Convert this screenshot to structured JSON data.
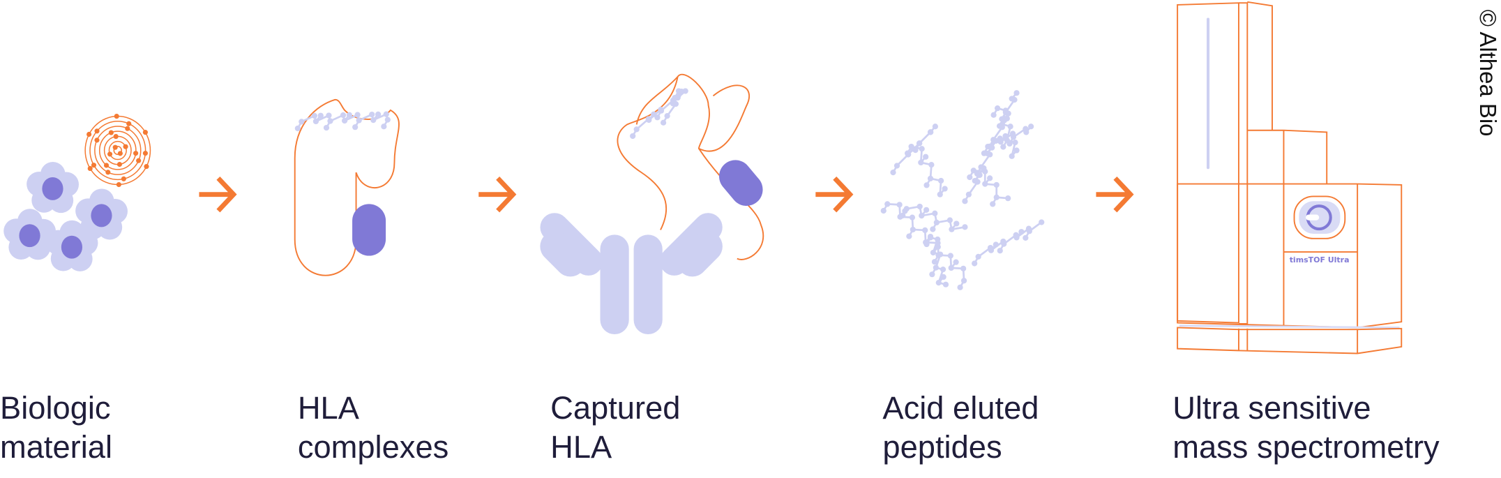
{
  "colors": {
    "accent": "#f47a33",
    "lavender": "#cdd0f2",
    "purple": "#8079d6",
    "text": "#1f1d3a"
  },
  "steps": [
    {
      "line1": "Biologic",
      "line2": "material",
      "icon": "cells-icon"
    },
    {
      "line1": "HLA",
      "line2": "complexes",
      "icon": "hla-complex-icon"
    },
    {
      "line1": "Captured",
      "line2": "HLA",
      "icon": "antibody-captured-hla-icon"
    },
    {
      "line1": "Acid eluted",
      "line2": "peptides",
      "icon": "peptides-icon"
    },
    {
      "line1": "Ultra sensitive",
      "line2": "mass spectrometry",
      "icon": "mass-spectrometer-icon"
    }
  ],
  "instrument_label": "timsTOF Ultra",
  "copyright": "© Althea Bio"
}
